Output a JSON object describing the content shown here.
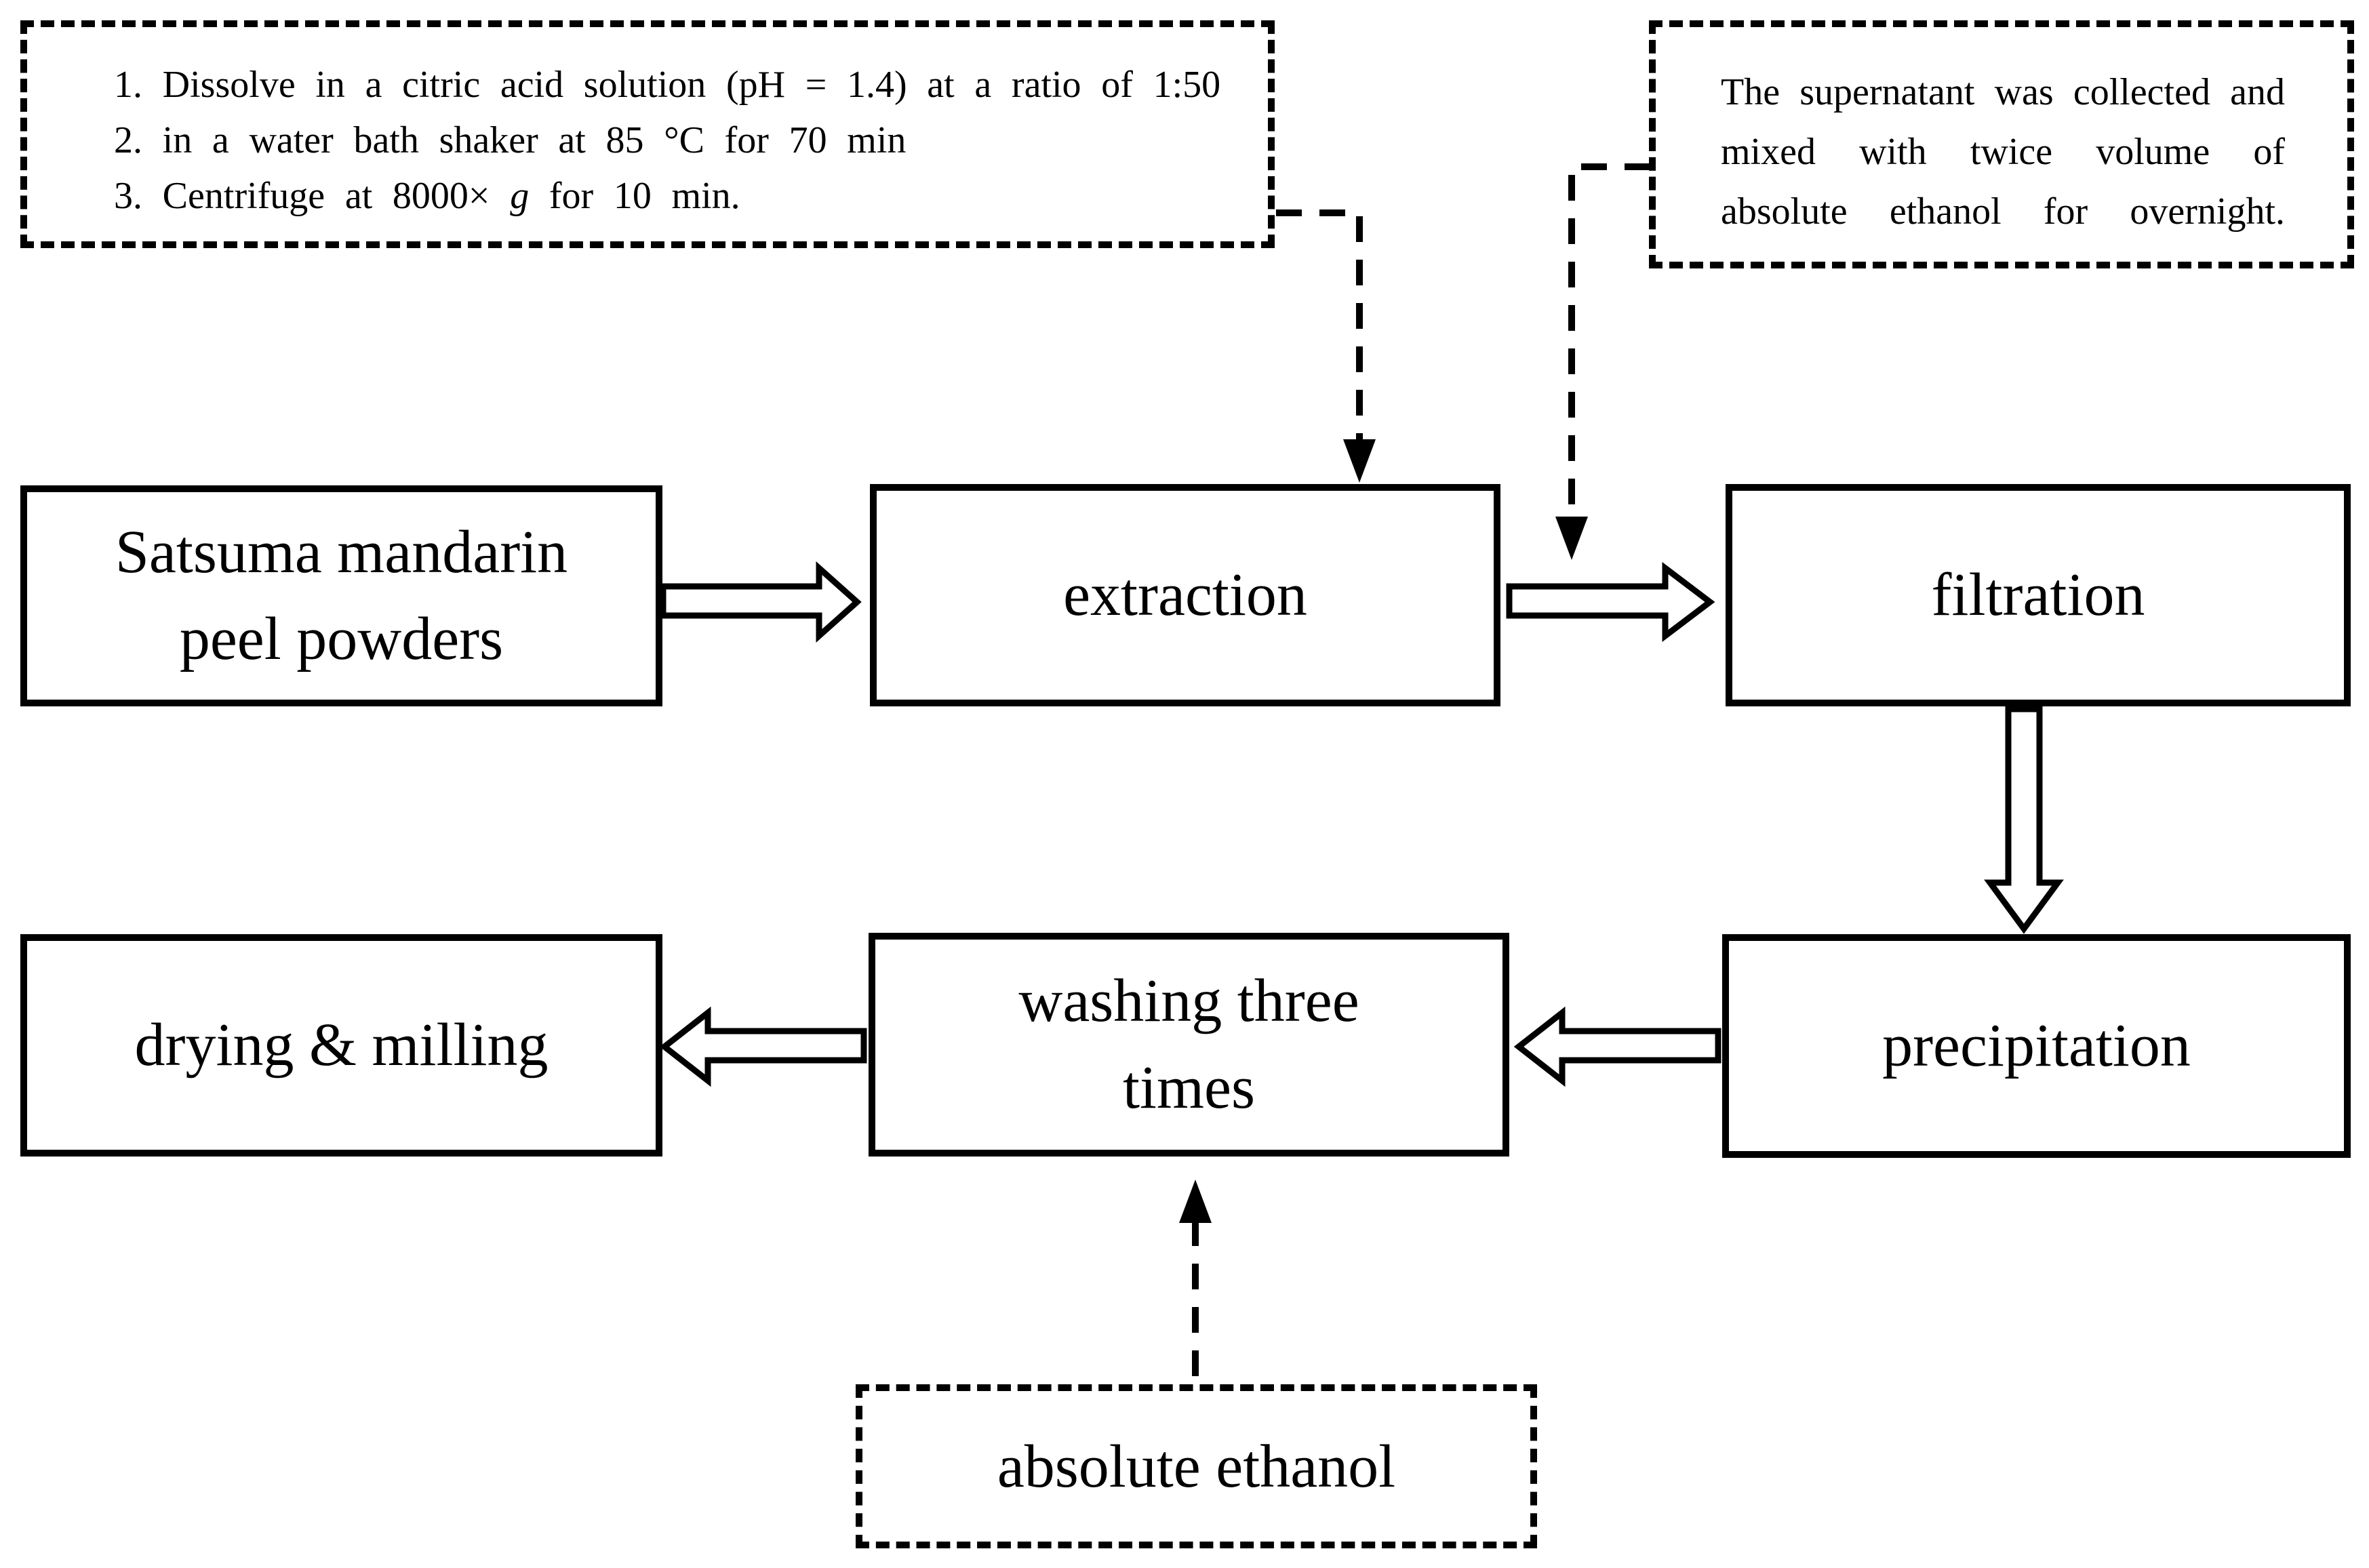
{
  "flowchart": {
    "background": "#ffffff",
    "ink": "#000000",
    "notes": {
      "steps_line1": "1. Dissolve in a citric acid solution (pH = 1.4) at a ratio of 1:50",
      "steps_line2": "2. in a water bath shaker at 85 °C for 70 min",
      "steps_line3_prefix": "3. Centrifuge at 8000× ",
      "steps_line3_italic": "g",
      "steps_line3_suffix": " for 10 min.",
      "supernatant": "The supernatant was collected and mixed with twice volume of absolute ethanol for overnight.",
      "ethanol": "absolute ethanol"
    },
    "boxes": {
      "source": "Satsuma mandarin peel powders",
      "extraction": "extraction",
      "filtration": "filtration",
      "precipitation": "precipitation",
      "washing": "washing three times",
      "drying": "drying & milling"
    }
  }
}
